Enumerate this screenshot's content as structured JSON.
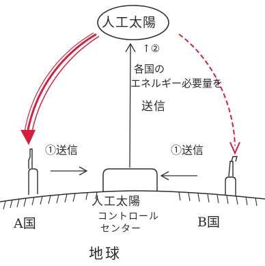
{
  "diagram": {
    "sun_label": "人工太陽",
    "step_number": "↑②",
    "note_lines": [
      "各国の",
      "エネルギー必要量を",
      "送信"
    ],
    "send_label_a": "①送信",
    "send_label_b": "①送信",
    "control_center_lines": [
      "人工太陽",
      "コントロール",
      "センター"
    ],
    "country_a": "A国",
    "country_b": "B国",
    "earth_label": "地球"
  },
  "colors": {
    "ink": "#2a2a2a",
    "red_arrow": "#d81c3c",
    "background": "#ffffff"
  }
}
